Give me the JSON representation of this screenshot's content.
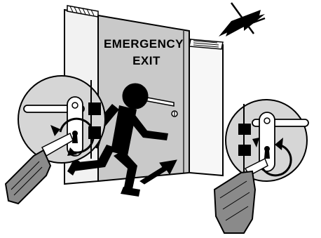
{
  "sign": {
    "line1": "EMERGENCY",
    "line2": "EXIT"
  },
  "colors": {
    "ink": "#000000",
    "door": "#c9c9c9",
    "frame": "#e8e8e8",
    "key": "#8a8a8a",
    "paper": "#ffffff"
  },
  "icons": [
    "emergency-exit-door",
    "running-person-pictogram",
    "crossed-out-arrow",
    "lock-detail-left",
    "lock-detail-right",
    "key-left",
    "key-right"
  ]
}
